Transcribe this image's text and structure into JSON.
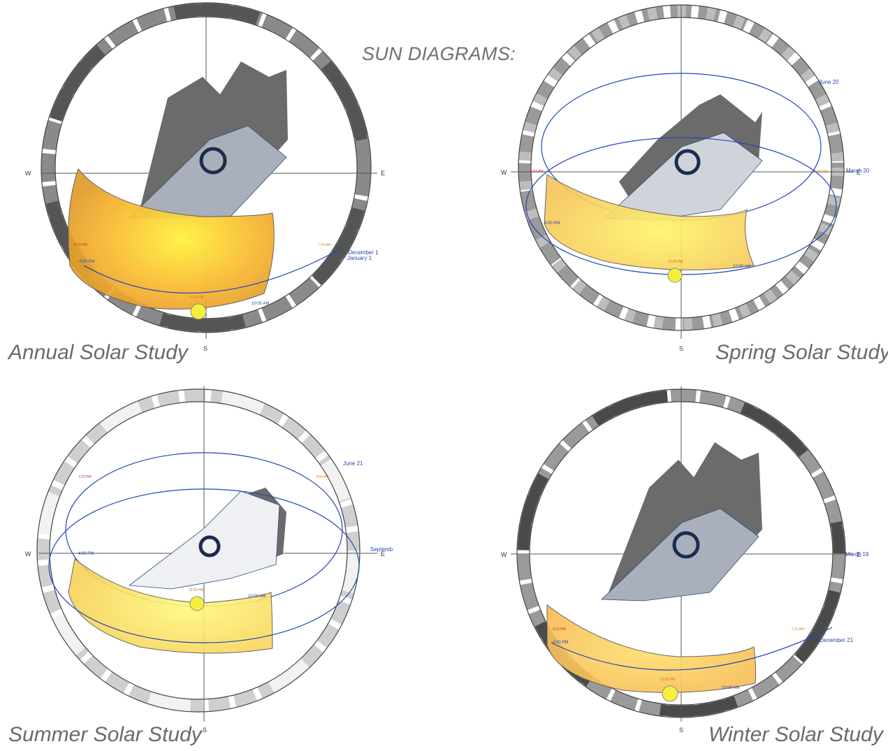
{
  "page": {
    "title": "SUN DIAGRAMS:"
  },
  "compass": {
    "north": "",
    "west": "W",
    "east": "E",
    "south": "S"
  },
  "colors": {
    "sun_path_line": "#2346b8",
    "band_fill": "#fcd64a",
    "building_shadow": "#666666",
    "sunrise_label": "#e08020",
    "sunset_label": "#d62020",
    "sun": "#f7f03a",
    "ring_dark": "#555555",
    "ring_light": "#d8d8d8"
  },
  "diagrams": [
    {
      "caption": "Annual Solar Study",
      "date_labels": [
        "December 1",
        "January 1"
      ],
      "time_labels": {
        "sunset": "4:15 PM",
        "afternoon": "4:00 PM",
        "noon": "12:00 PM",
        "morning": "10:00 AM",
        "sunrise": "7:15 AM"
      }
    },
    {
      "caption": "Spring Solar Study",
      "date_labels": [
        "June 20",
        "March 20"
      ],
      "time_labels": {
        "sunset": "5:54 PM",
        "afternoon": "4:00 PM",
        "noon": "12:00 PM",
        "morning": "10:00 AM",
        "sunrise": "5:53 AM"
      }
    },
    {
      "caption": "Summer Solar Study",
      "date_labels": [
        "June 21",
        "Septemb"
      ],
      "time_labels": {
        "sunset": "7:22 PM",
        "afternoon": "4:00 PM",
        "noon": "12:00 PM",
        "morning": "10:00 AM",
        "sunrise": "4:50 AM"
      }
    },
    {
      "caption": "Winter Solar Study",
      "date_labels": [
        "December 21",
        "March 19"
      ],
      "time_labels": {
        "sunset": "4:12 PM",
        "afternoon": "4:00 PM",
        "noon": "12:00 PM",
        "morning": "10:00 AM",
        "sunrise": "7:11 AM"
      }
    }
  ]
}
